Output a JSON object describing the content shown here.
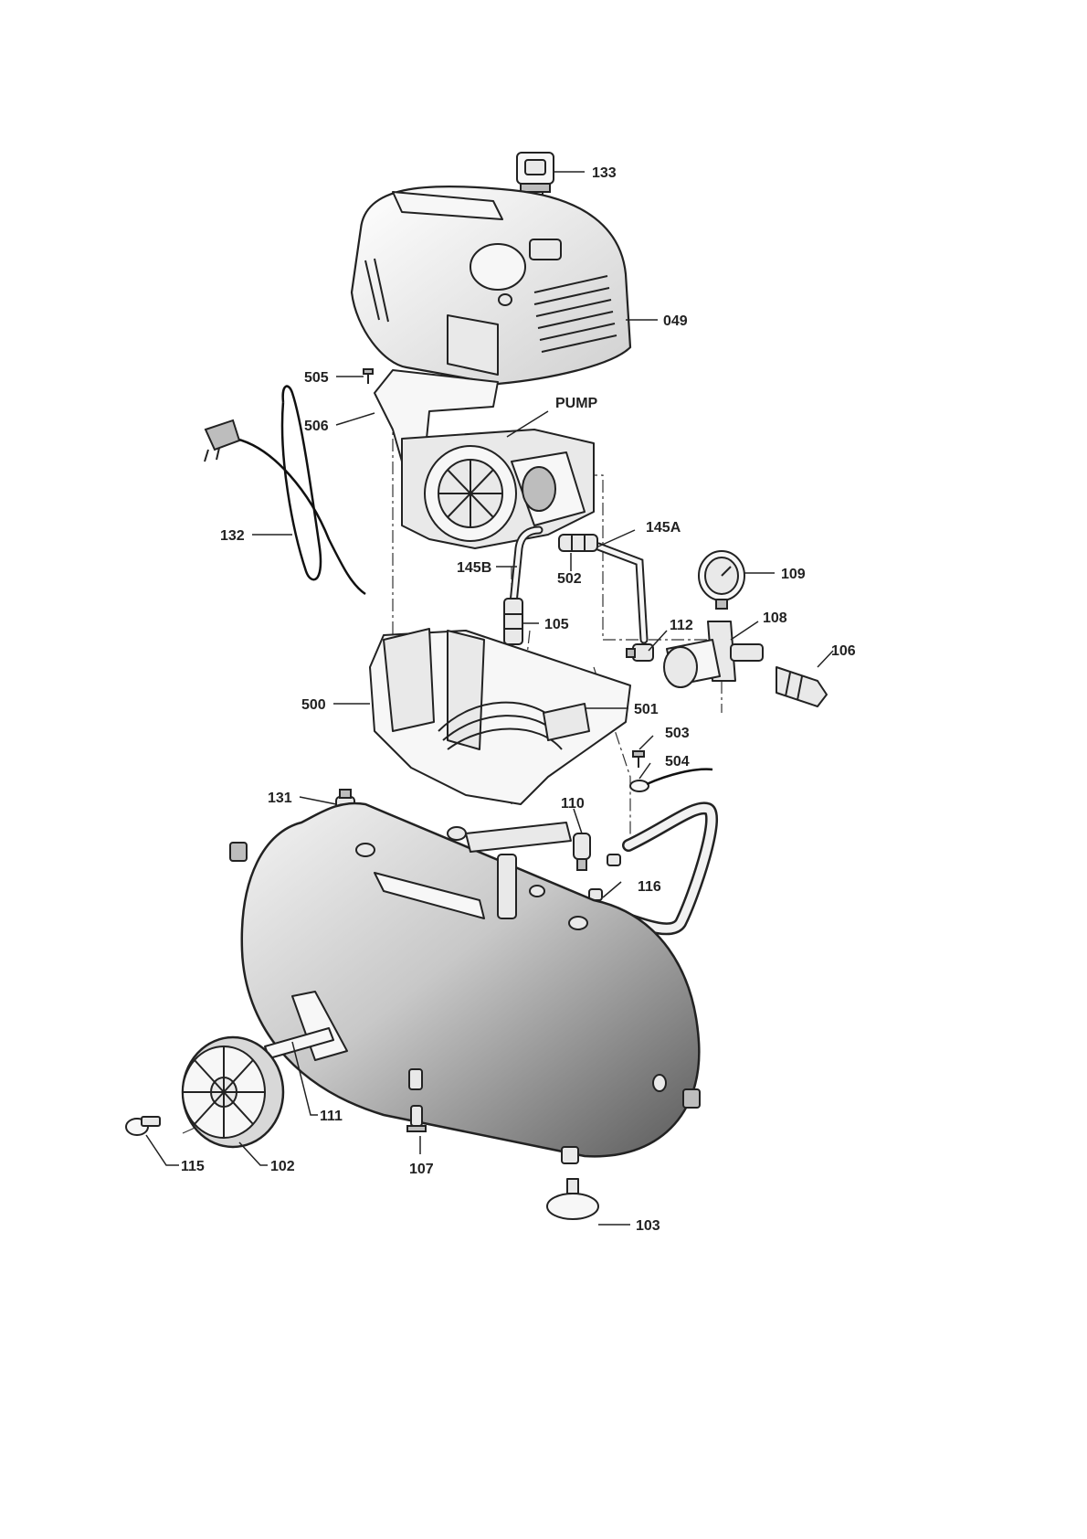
{
  "labels": {
    "p133": "133",
    "p049": "049",
    "p505": "505",
    "p506": "506",
    "pump": "PUMP",
    "p132": "132",
    "p145A": "145A",
    "p145B": "145B",
    "p502": "502",
    "p109": "109",
    "p105": "105",
    "p112": "112",
    "p108": "108",
    "p106": "106",
    "p500": "500",
    "p501": "501",
    "p503": "503",
    "p504": "504",
    "p131": "131",
    "p110": "110",
    "p116": "116",
    "p111": "111",
    "p115": "115",
    "p102": "102",
    "p107": "107",
    "p103": "103"
  }
}
